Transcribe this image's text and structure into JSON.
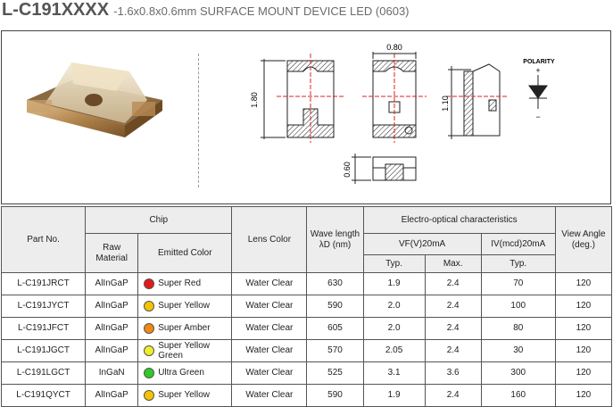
{
  "header": {
    "part_family": "L-C191XXXX",
    "description": "-1.6x0.8x0.6mm SURFACE MOUNT DEVICE LED (0603)"
  },
  "drawing": {
    "width_dim": "0.80",
    "length_dim": "1.80",
    "height_dim": "1.10",
    "thickness_dim": "0.60",
    "polarity_label": "POLARITY",
    "plus": "+",
    "minus": "−"
  },
  "table": {
    "headers": {
      "part_no": "Part No.",
      "chip": "Chip",
      "raw_material": "Raw Material",
      "emitted_color": "Emitted Color",
      "lens_color": "Lens Color",
      "wave_length": "Wave length λD (nm)",
      "electro_optical": "Electro-optical characteristics",
      "vf": "VF(V)20mA",
      "iv": "IV(mcd)20mA",
      "typ": "Typ.",
      "max": "Max.",
      "view_angle": "View Angle (deg.)"
    },
    "rows": [
      {
        "part": "L-C191JRCT",
        "raw": "AlInGaP",
        "color": "Super Red",
        "dot": "#e41a1a",
        "lens": "Water Clear",
        "wave": "630",
        "vf_typ": "1.9",
        "vf_max": "2.4",
        "iv_typ": "70",
        "angle": "120"
      },
      {
        "part": "L-C191JYCT",
        "raw": "AlInGaP",
        "color": "Super Yellow",
        "dot": "#f5c400",
        "lens": "Water Clear",
        "wave": "590",
        "vf_typ": "2.0",
        "vf_max": "2.4",
        "iv_typ": "100",
        "angle": "120"
      },
      {
        "part": "L-C191JFCT",
        "raw": "AlInGaP",
        "color": "Super Amber",
        "dot": "#f08a12",
        "lens": "Water Clear",
        "wave": "605",
        "vf_typ": "2.0",
        "vf_max": "2.4",
        "iv_typ": "80",
        "angle": "120"
      },
      {
        "part": "L-C191JGCT",
        "raw": "AlInGaP",
        "color": "Super Yellow Green",
        "dot": "#f0ec2a",
        "lens": "Water Clear",
        "wave": "570",
        "vf_typ": "2.05",
        "vf_max": "2.4",
        "iv_typ": "30",
        "angle": "120"
      },
      {
        "part": "L-C191LGCT",
        "raw": "InGaN",
        "color": "Ultra Green",
        "dot": "#2ccc24",
        "lens": "Water Clear",
        "wave": "525",
        "vf_typ": "3.1",
        "vf_max": "3.6",
        "iv_typ": "300",
        "angle": "120"
      },
      {
        "part": "L-C191QYCT",
        "raw": "AlInGaP",
        "color": "Super Yellow",
        "dot": "#f5c400",
        "lens": "Water Clear",
        "wave": "590",
        "vf_typ": "1.9",
        "vf_max": "2.4",
        "iv_typ": "160",
        "angle": "120"
      }
    ]
  }
}
